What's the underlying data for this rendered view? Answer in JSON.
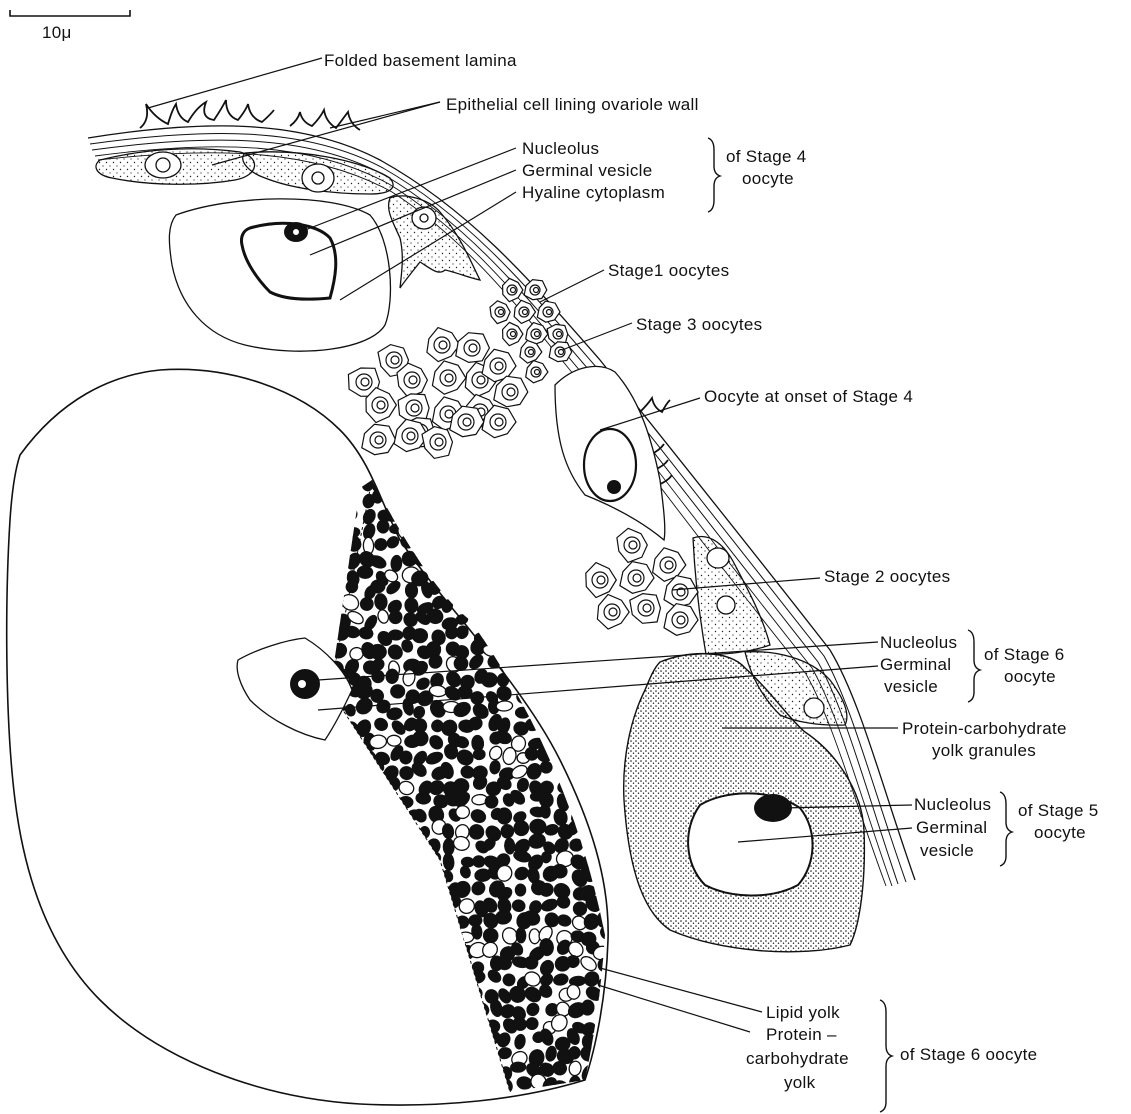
{
  "scale_bar": "10μ",
  "labels": {
    "folded_lamina": "Folded basement lamina",
    "epithelial": "Epithelial cell lining ovariole wall",
    "s4_nucleolus": "Nucleolus",
    "s4_gv": "Germinal vesicle",
    "s4_hyaline": "Hyaline cytoplasm",
    "s4_of_1": "of Stage 4",
    "s4_of_2": "oocyte",
    "stage1": "Stage1 oocytes",
    "stage3": "Stage 3 oocytes",
    "onset4": "Oocyte  at onset of Stage 4",
    "stage2": "Stage 2 oocytes",
    "s6_nucleolus": "Nucleolus",
    "s6_gv_1": "Germinal",
    "s6_gv_2": "vesicle",
    "s6_of_1": "of Stage 6",
    "s6_of_2": "oocyte",
    "pc_yolk_1": "Protein-carbohydrate",
    "pc_yolk_2": "yolk granules",
    "s5_nucleolus": "Nucleolus",
    "s5_gv_1": "Germinal",
    "s5_gv_2": "vesicle",
    "s5_of_1": "of Stage 5",
    "s5_of_2": "oocyte",
    "lipid_yolk": "Lipid  yolk",
    "protein_1": "Protein –",
    "protein_2": "carbohydrate",
    "protein_3": "yolk",
    "s6b_of": "of Stage 6 oocyte"
  }
}
